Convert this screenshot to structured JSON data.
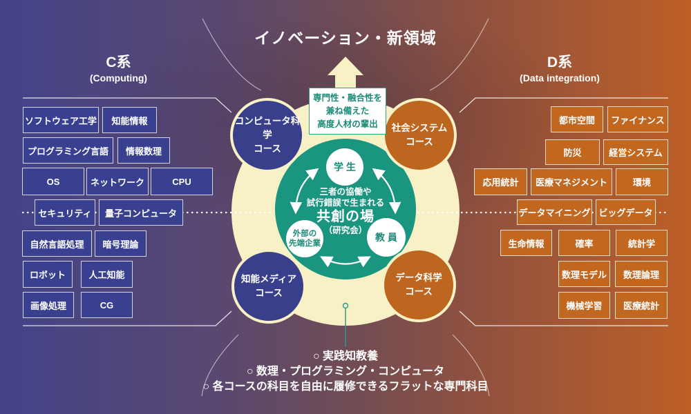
{
  "title": "イノベーション・新領域",
  "spec_box": {
    "line1": "専門性・融合性を",
    "line2": "兼ね備えた",
    "line3": "高度人材の輩出"
  },
  "left_panel": {
    "heading": "C系",
    "subheading": "(Computing)",
    "subjects": [
      "ソフトウェア工学",
      "知能情報",
      "プログラミング言語",
      "情報数理",
      "OS",
      "ネットワーク",
      "CPU",
      "セキュリティ",
      "量子コンピュータ",
      "自然言語処理",
      "暗号理論",
      "ロボット",
      "人工知能",
      "画像処理",
      "CG"
    ]
  },
  "right_panel": {
    "heading": "D系",
    "subheading": "(Data integration)",
    "subjects": [
      "都市空間",
      "ファイナンス",
      "防災",
      "経営システム",
      "応用統計",
      "医療マネジメント",
      "環境",
      "データマイニング",
      "ビッグデータ",
      "生命情報",
      "確率",
      "統計学",
      "数理モデル",
      "数理論理",
      "機械学習",
      "医療統計"
    ]
  },
  "courses": {
    "computer_science": {
      "name": "コンピュータ科学",
      "suffix": "コース"
    },
    "social_systems": {
      "name": "社会システム",
      "suffix": "コース"
    },
    "intelligent_media": {
      "name": "知能メディア",
      "suffix": "コース"
    },
    "data_science": {
      "name": "データ科学",
      "suffix": "コース"
    }
  },
  "center": {
    "desc1": "三者の協働や",
    "desc2": "試行錯誤で生まれる",
    "main": "共創の場",
    "sub": "（研究会）",
    "student": "学 生",
    "faculty": "教 員",
    "company1": "外部の",
    "company2": "先端企業"
  },
  "bottom_notes": [
    "○ 実践知教養",
    "○ 数理・プログラミング・コンピュータ",
    "○ 各コースの科目を自由に履修できるフラットな専門科目"
  ],
  "colors": {
    "c_accent": "#3A4090",
    "d_accent": "#C2671F",
    "green": "#1A9580",
    "cream": "#F8F1C6"
  }
}
